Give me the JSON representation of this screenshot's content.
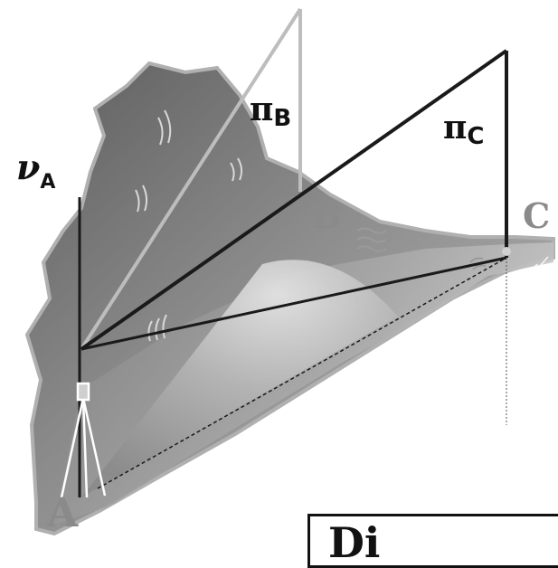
{
  "labels": {
    "v_main": "ν",
    "v_sub": "A",
    "pi_b_main": "π",
    "pi_b_sub": "B",
    "pi_c_main": "π",
    "pi_c_sub": "C",
    "point_a": "A",
    "point_b": "B",
    "point_c": "C",
    "box_text": "Di"
  },
  "colors": {
    "terrain_dark": "#6e6e6e",
    "terrain_mid": "#9a9a9a",
    "terrain_light": "#c4c4c4",
    "plane_b": "#bdbdbd",
    "plane_c": "#1a1a1a",
    "point_text": "#8a8a8a"
  }
}
